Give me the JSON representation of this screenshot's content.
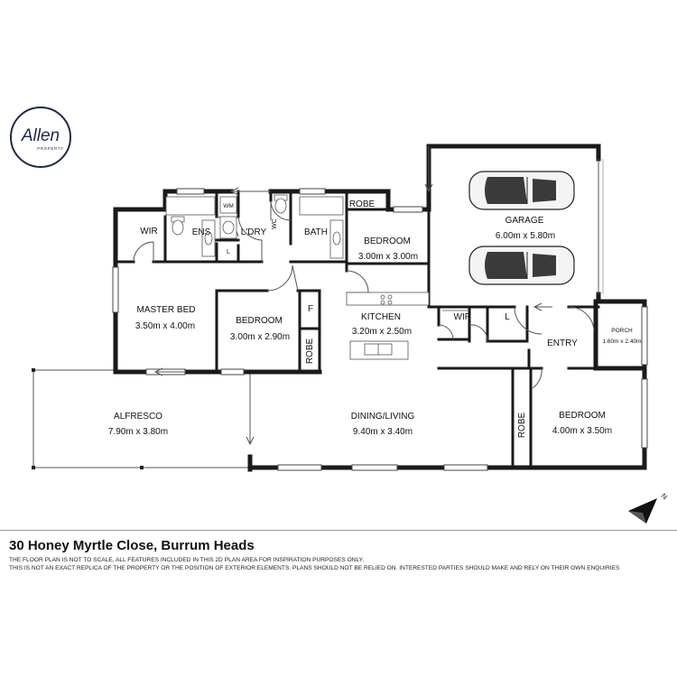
{
  "logo": {
    "text": "Allen",
    "subtext": "PROPERTY",
    "color": "#1d2a4a"
  },
  "rooms": [
    {
      "id": "wir",
      "label": "WIR"
    },
    {
      "id": "ens",
      "label": "ENS"
    },
    {
      "id": "wm",
      "label": "WM"
    },
    {
      "id": "l1",
      "label": "L"
    },
    {
      "id": "ldry",
      "label": "L'DRY"
    },
    {
      "id": "wc",
      "label": "WC"
    },
    {
      "id": "bath",
      "label": "BATH"
    },
    {
      "id": "robe1",
      "label": "ROBE"
    },
    {
      "id": "bed1",
      "label": "BEDROOM",
      "dims": "3.00m x 3.00m"
    },
    {
      "id": "garage",
      "label": "GARAGE",
      "dims": "6.00m x 5.80m"
    },
    {
      "id": "master",
      "label": "MASTER BED",
      "dims": "3.50m x 4.00m"
    },
    {
      "id": "bed2",
      "label": "BEDROOM",
      "dims": "3.00m x 2.90m"
    },
    {
      "id": "f",
      "label": "F"
    },
    {
      "id": "robe2",
      "label": "ROBE"
    },
    {
      "id": "kitchen",
      "label": "KITCHEN",
      "dims": "3.20m x 2.50m"
    },
    {
      "id": "wip",
      "label": "WIP"
    },
    {
      "id": "l2",
      "label": "L"
    },
    {
      "id": "entry",
      "label": "ENTRY"
    },
    {
      "id": "porch",
      "label": "PORCH",
      "dims": "1.60m x 2.40m"
    },
    {
      "id": "alfresco",
      "label": "ALFRESCO",
      "dims": "7.90m x 3.80m"
    },
    {
      "id": "dining",
      "label": "DINING/LIVING",
      "dims": "9.40m x 3.40m"
    },
    {
      "id": "robe3",
      "label": "ROBE"
    },
    {
      "id": "bed3",
      "label": "BEDROOM",
      "dims": "4.00m x 3.50m"
    }
  ],
  "compass": {
    "label": "N"
  },
  "footer": {
    "address": "30 Honey Myrtle Close, Burrum Heads",
    "disclaimer_1": "THE FLOOR PLAN IS NOT TO SCALE, ALL FEATURES INCLUDED IN THIS 2D PLAN AREA FOR INSPIRATION PURPOSES ONLY.",
    "disclaimer_2": "THIS IS NOT AN EXACT REPLICA OF THE PROPERTY OR THE POSITION OF EXTERIOR ELEMENTS. PLANS SHOULD NOT BE RELIED ON. INTERESTED PARTIES SHOULD MAKE AND RELY ON THEIR OWN ENQUIRIES"
  },
  "colors": {
    "wall": "#1a1a1a",
    "line": "#555555",
    "car_body": "#f4f4f4",
    "car_glass": "#3a3a3a"
  }
}
